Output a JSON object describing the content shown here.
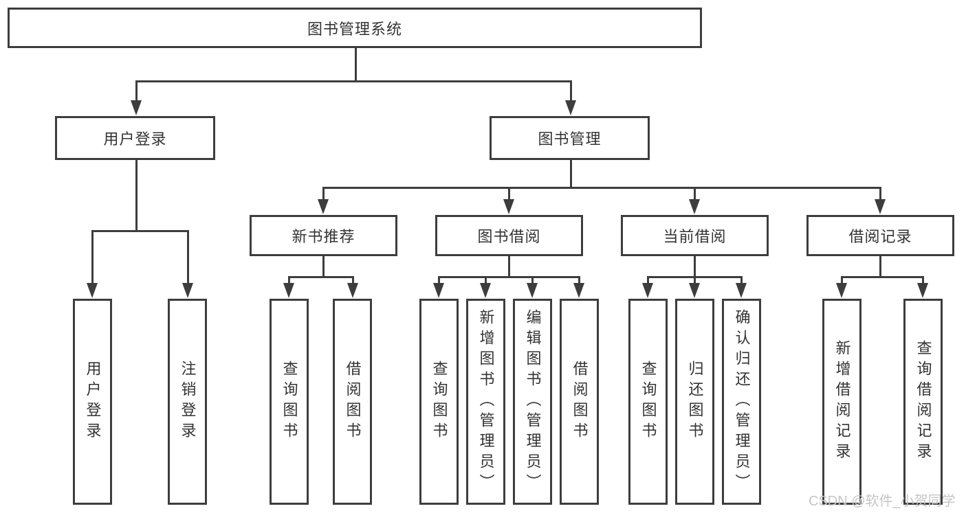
{
  "colors": {
    "line": "#3d3d3d",
    "text": "#333333",
    "background": "#ffffff",
    "watermark": "#c5c5c5"
  },
  "watermark": "CSDN @软件_小贺同学",
  "diagram": {
    "type": "tree",
    "root": {
      "label": "图书管理系统"
    },
    "branches": [
      {
        "label": "用户登录",
        "children": [
          {
            "label": "用户登录"
          },
          {
            "label": "注销登录"
          }
        ]
      },
      {
        "label": "图书管理",
        "children": [
          {
            "label": "新书推荐",
            "children": [
              {
                "label": "查询图书"
              },
              {
                "label": "借阅图书"
              }
            ]
          },
          {
            "label": "图书借阅",
            "children": [
              {
                "label": "查询图书"
              },
              {
                "label": "新增图书（管理员）"
              },
              {
                "label": "编辑图书（管理员）"
              },
              {
                "label": "借阅图书"
              }
            ]
          },
          {
            "label": "当前借阅",
            "children": [
              {
                "label": "查询图书"
              },
              {
                "label": "归还图书"
              },
              {
                "label": "确认归还（管理员）"
              }
            ]
          },
          {
            "label": "借阅记录",
            "children": [
              {
                "label": "新增借阅记录"
              },
              {
                "label": "查询借阅记录"
              }
            ]
          }
        ]
      }
    ]
  }
}
